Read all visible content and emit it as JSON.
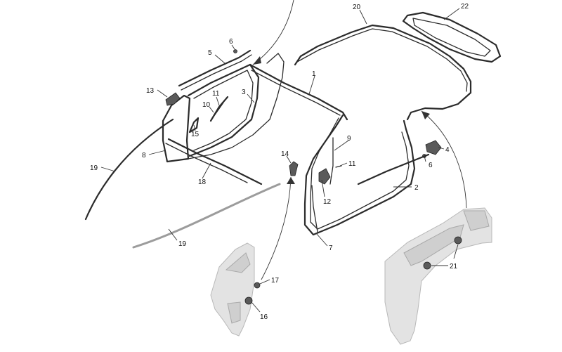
{
  "diagram": {
    "callouts": [
      "20",
      "22",
      "6",
      "5",
      "1",
      "13",
      "11",
      "3",
      "10",
      "15",
      "8",
      "19",
      "18",
      "9",
      "14",
      "11",
      "12",
      "4",
      "6",
      "2",
      "7",
      "19",
      "17",
      "16",
      "21"
    ]
  }
}
